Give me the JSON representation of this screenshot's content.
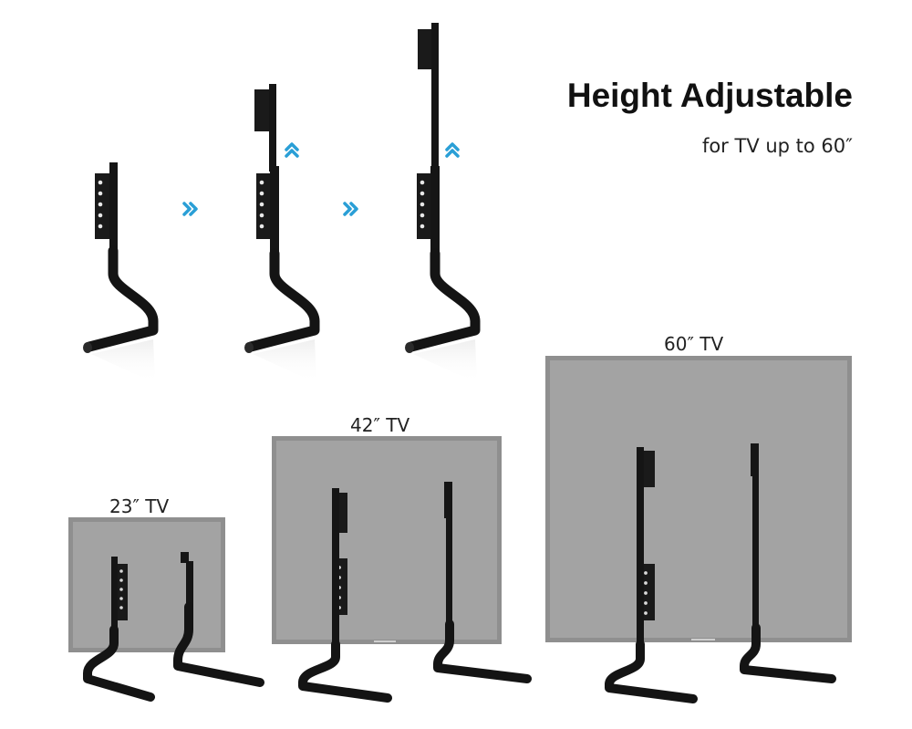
{
  "heading": {
    "title": "Height Adjustable",
    "subtitle": "for TV up to 60″"
  },
  "tvs": [
    {
      "label": "23″ TV"
    },
    {
      "label": "42″ TV"
    },
    {
      "label": "60″ TV"
    }
  ],
  "colors": {
    "arrow": "#2a9fd6",
    "stand": "#141414",
    "screen": "#9b9b9b",
    "bezel": "#8a8a8a"
  },
  "icons": [
    "double-chevron-right-icon",
    "double-chevron-up-icon"
  ]
}
